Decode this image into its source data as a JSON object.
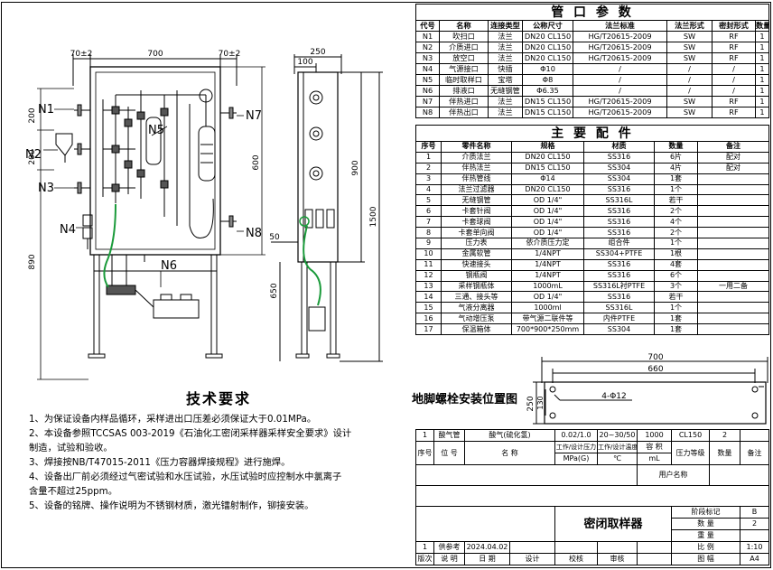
{
  "nozzle_table": {
    "title": "管 口 参 数",
    "headers": [
      "代号",
      "名称",
      "连接类型",
      "公称尺寸",
      "法兰标准",
      "法兰形式",
      "密封形式",
      "数量"
    ],
    "rows": [
      [
        "N1",
        "吹扫口",
        "法兰",
        "DN20 CL150",
        "HG/T20615-2009",
        "SW",
        "RF",
        "1"
      ],
      [
        "N2",
        "介质进口",
        "法兰",
        "DN20 CL150",
        "HG/T20615-2009",
        "SW",
        "RF",
        "1"
      ],
      [
        "N3",
        "放空口",
        "法兰",
        "DN20 CL150",
        "HG/T20615-2009",
        "SW",
        "RF",
        "1"
      ],
      [
        "N4",
        "气源接口",
        "快插",
        "Φ10",
        "/",
        "/",
        "/",
        "1"
      ],
      [
        "N5",
        "临时取样口",
        "宝塔",
        "Φ8",
        "/",
        "/",
        "/",
        "1"
      ],
      [
        "N6",
        "排液口",
        "无缝钢管",
        "Φ6.35",
        "/",
        "/",
        "/",
        "1"
      ],
      [
        "N7",
        "伴热进口",
        "法兰",
        "DN15 CL150",
        "HG/T20615-2009",
        "SW",
        "RF",
        "1"
      ],
      [
        "N8",
        "伴热出口",
        "法兰",
        "DN15 CL150",
        "HG/T20615-2009",
        "SW",
        "RF",
        "1"
      ]
    ]
  },
  "parts_table": {
    "title": "主 要 配 件",
    "headers": [
      "序号",
      "零件名称",
      "规格",
      "材质",
      "数量",
      "备注"
    ],
    "rows": [
      [
        "1",
        "介质法兰",
        "DN20 CL150",
        "SS316",
        "6片",
        "配对"
      ],
      [
        "2",
        "伴热法兰",
        "DN15 CL150",
        "SS304",
        "4片",
        "配对"
      ],
      [
        "3",
        "伴热管线",
        "Φ14",
        "SS304",
        "1套",
        ""
      ],
      [
        "4",
        "法兰过滤器",
        "DN20 CL150",
        "SS316",
        "1个",
        ""
      ],
      [
        "5",
        "无缝钢管",
        "OD 1/4\"",
        "SS316L",
        "若干",
        ""
      ],
      [
        "6",
        "卡套针阀",
        "OD 1/4\"",
        "SS316",
        "2个",
        ""
      ],
      [
        "7",
        "卡套球阀",
        "OD 1/4\"",
        "SS316",
        "4个",
        ""
      ],
      [
        "8",
        "卡套单向阀",
        "OD 1/4\"",
        "SS316",
        "2个",
        ""
      ],
      [
        "9",
        "压力表",
        "依介质压力定",
        "组合件",
        "1个",
        ""
      ],
      [
        "10",
        "金属软管",
        "1/4NPT",
        "SS304+PTFE",
        "1根",
        ""
      ],
      [
        "11",
        "快速接头",
        "1/4NPT",
        "SS316",
        "4套",
        ""
      ],
      [
        "12",
        "钢瓶阀",
        "1/4NPT",
        "SS316",
        "6个",
        ""
      ],
      [
        "13",
        "采样钢瓶体",
        "1000mL",
        "SS316L衬PTFE",
        "3个",
        "一用二备"
      ],
      [
        "14",
        "三通、接头等",
        "OD 1/4\"",
        "SS316",
        "若干",
        ""
      ],
      [
        "15",
        "气液分离器",
        "1000ml",
        "SS316L",
        "1个",
        ""
      ],
      [
        "16",
        "气动增压泵",
        "带气源二联件等",
        "内件PTFE",
        "1套",
        ""
      ],
      [
        "17",
        "保温箱体",
        "700*900*250mm",
        "SS304",
        "1套",
        ""
      ]
    ]
  },
  "tech_requirements": {
    "title": "技术要求",
    "items": [
      "1、为保证设备内样品循环，采样进出口压差必须保证大于0.01MPa。",
      "2、本设备参照TCCSAS 003-2019《石油化工密闭采样器采样安全要求》设计",
      "制造，试验和验收。",
      "3、焊接按NB/T47015-2011《压力容器焊接规程》进行施焊。",
      "4、设备出厂前必须经过气密试验和水压试验，水压试验时应控制水中氯离子",
      "含量不超过25ppm。",
      "5、设备的铭牌、操作说明为不锈钢材质，激光镭射制作，铆接安装。"
    ]
  },
  "anchor_plan": {
    "label": "地脚螺栓安装位置图",
    "dim_outer": "700",
    "dim_inner": "660",
    "dim_depth": "250",
    "dim_hole": "130",
    "holes": "4-Φ12"
  },
  "front_view": {
    "dims": {
      "left_offset": "70±2",
      "width": "700",
      "right_offset": "70±2",
      "n1n2": "200",
      "n2n3": "200",
      "inner_h": "600",
      "total_h": "900",
      "leg_h": "890"
    },
    "labels": [
      "N1",
      "N2",
      "N3",
      "N4",
      "N5",
      "N6",
      "N7",
      "N8"
    ]
  },
  "side_view": {
    "dims": {
      "depth": "250",
      "top_offset": "100",
      "height": "1500",
      "leg": "650",
      "offset50": "50"
    }
  },
  "title_block": {
    "param_row": [
      "1",
      "酸气管",
      "酸气(硫化氢)",
      "0.02/1.0",
      "20~30/50",
      "1000",
      "CL150",
      "2"
    ],
    "header_row": [
      "序号",
      "位 号",
      "名 称",
      "工作/设计压力",
      "工作/设计温度",
      "容 积",
      "压力等级",
      "数量",
      "备注"
    ],
    "unit_row": [
      "MPa(G)",
      "℃",
      "mL"
    ],
    "user_label": "用户名称",
    "product_name": "密闭取样器",
    "stage_label": "阶段标记",
    "stage_value": "B",
    "qty_label": "数 量",
    "qty_value": "2",
    "weight_label": "重 量",
    "scale_label": "比 例",
    "scale_value": "1:10",
    "sheet_label": "图 幅",
    "sheet_value": "A4",
    "rev_row": [
      "1",
      "供参考",
      "2024.04.02"
    ],
    "rev_header": [
      "版次",
      "说 明",
      "日 期",
      "设计",
      "校核",
      "审核"
    ]
  }
}
